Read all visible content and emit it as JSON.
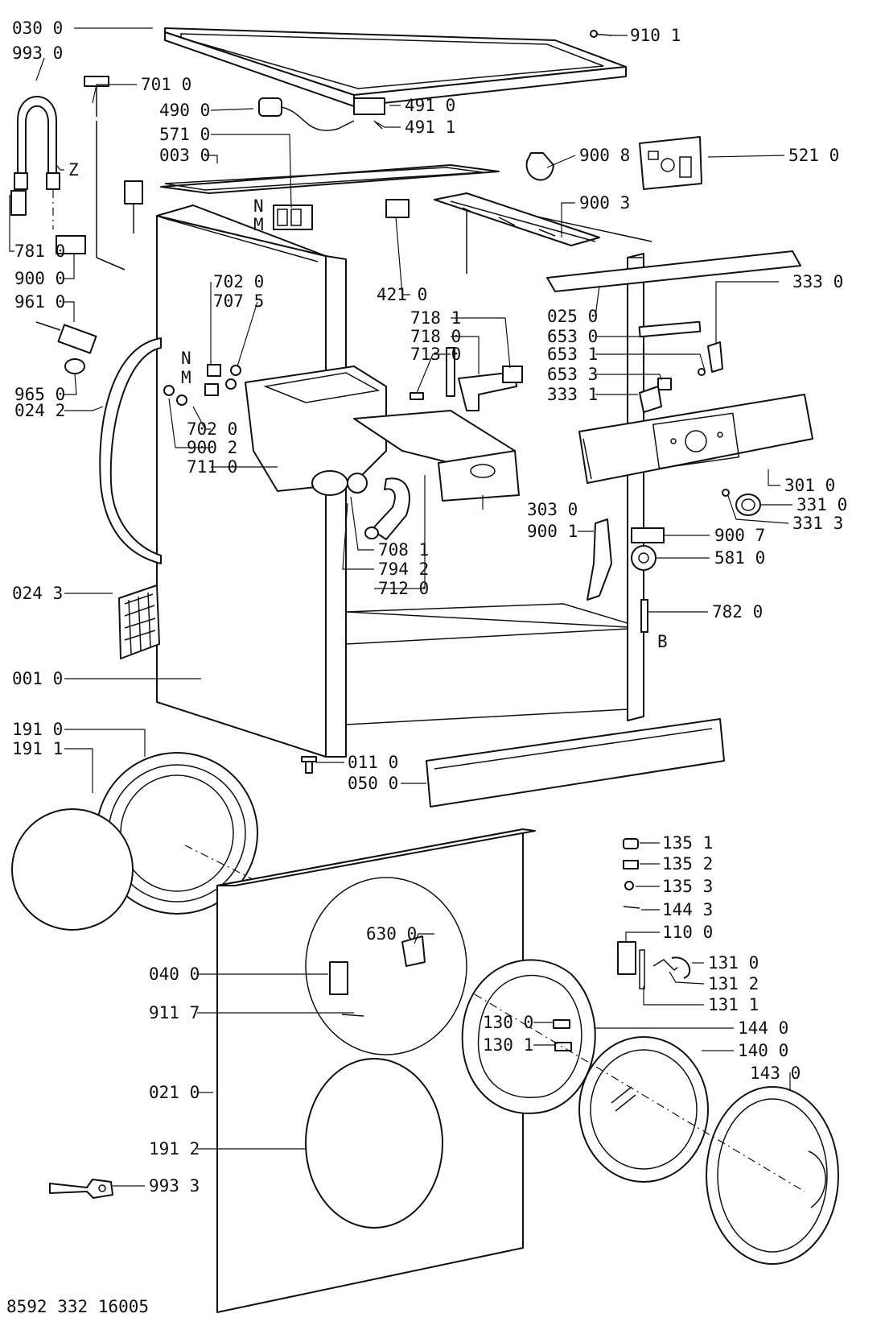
{
  "diagram": {
    "footer_code": "8592 332 16005",
    "letters": {
      "z": "Z",
      "n": "N",
      "m": "M",
      "b": "B"
    },
    "labels": {
      "l_030_0": "030 0",
      "l_993_0": "993 0",
      "l_701_0": "701 0",
      "l_490_0": "490 0",
      "l_491_0": "491 0",
      "l_491_1": "491 1",
      "l_571_0": "571 0",
      "l_003_0": "003 0",
      "l_910_1": "910 1",
      "l_900_8": "900 8",
      "l_521_0": "521 0",
      "l_900_3": "900 3",
      "l_781_0": "781 0",
      "l_900_0": "900 0",
      "l_961_0": "961 0",
      "l_965_0": "965 0",
      "l_024_2": "024 2",
      "l_702_0a": "702 0",
      "l_707_5": "707 5",
      "l_702_0b": "702 0",
      "l_900_2": "900 2",
      "l_711_0": "711 0",
      "l_421_0": "421 0",
      "l_718_1": "718 1",
      "l_718_0": "718 0",
      "l_713_0": "713 0",
      "l_025_0": "025 0",
      "l_333_0": "333 0",
      "l_653_0": "653 0",
      "l_653_1": "653 1",
      "l_653_3": "653 3",
      "l_333_1": "333 1",
      "l_301_0": "301 0",
      "l_331_0": "331 0",
      "l_331_3": "331 3",
      "l_303_0": "303 0",
      "l_900_1": "900 1",
      "l_708_1": "708 1",
      "l_794_2": "794 2",
      "l_712_0": "712 0",
      "l_900_7": "900 7",
      "l_581_0": "581 0",
      "l_782_0": "782 0",
      "l_024_3": "024 3",
      "l_001_0": "001 0",
      "l_191_0": "191 0",
      "l_191_1": "191 1",
      "l_011_0": "011 0",
      "l_050_0": "050 0",
      "l_135_1": "135 1",
      "l_135_2": "135 2",
      "l_135_3": "135 3",
      "l_144_3": "144 3",
      "l_110_0": "110 0",
      "l_131_0": "131 0",
      "l_131_2": "131 2",
      "l_131_1": "131 1",
      "l_630_0": "630 0",
      "l_040_0": "040 0",
      "l_911_7": "911 7",
      "l_130_0": "130 0",
      "l_130_1": "130 1",
      "l_144_0": "144 0",
      "l_140_0": "140 0",
      "l_143_0": "143 0",
      "l_021_0": "021 0",
      "l_191_2": "191 2",
      "l_993_3": "993 3"
    }
  }
}
